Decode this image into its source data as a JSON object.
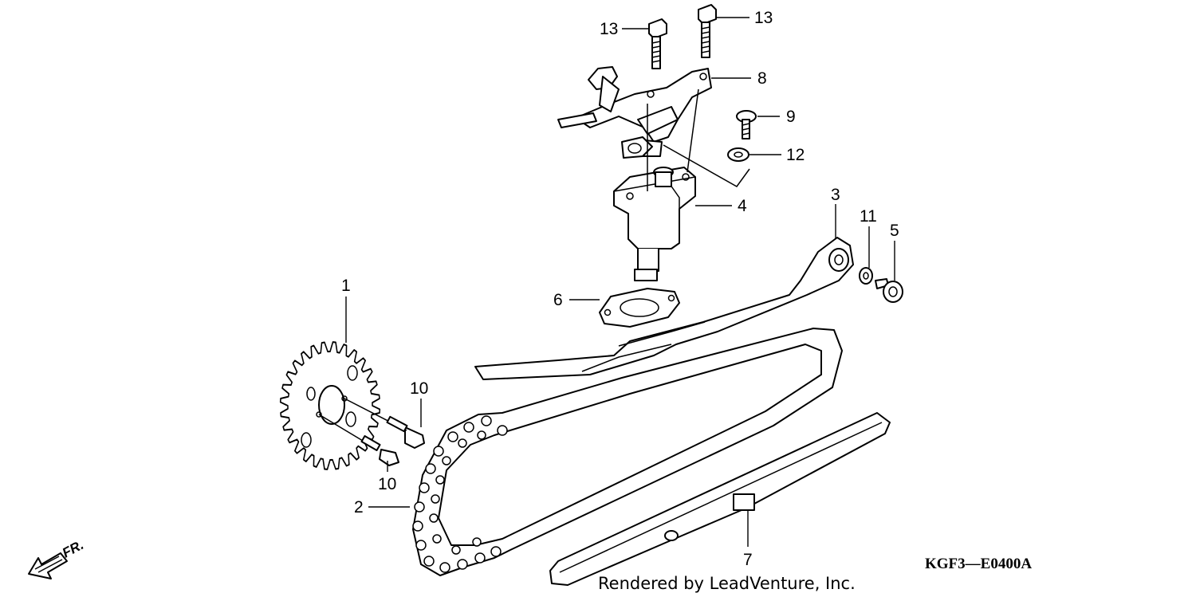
{
  "diagram_code": "KGF3—E0400A",
  "credit": "Rendered by LeadVenture, Inc.",
  "direction_label": "FR.",
  "callouts": {
    "c1": "1",
    "c2": "2",
    "c3": "3",
    "c4": "4",
    "c5": "5",
    "c6": "6",
    "c7": "7",
    "c8": "8",
    "c9": "9",
    "c10a": "10",
    "c10b": "10",
    "c11": "11",
    "c12": "12",
    "c13a": "13",
    "c13b": "13"
  }
}
